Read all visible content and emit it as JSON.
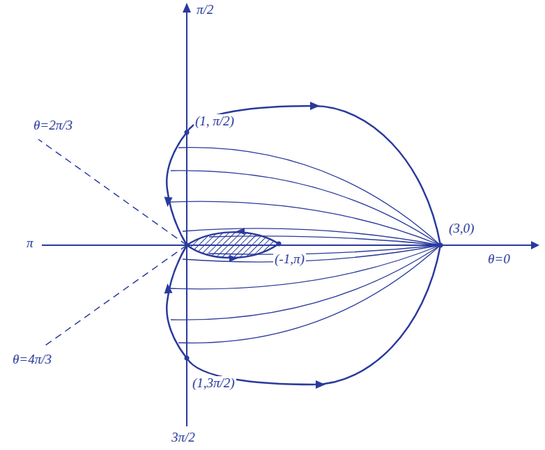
{
  "diagram": {
    "labels": [
      "π/2",
      "θ=2π/3",
      "(1, π/2)",
      "(3,0)",
      "π",
      "(-1,π)",
      "θ=0",
      "θ=4π/3",
      "(1,3π/2)",
      "3π/2"
    ]
  }
}
